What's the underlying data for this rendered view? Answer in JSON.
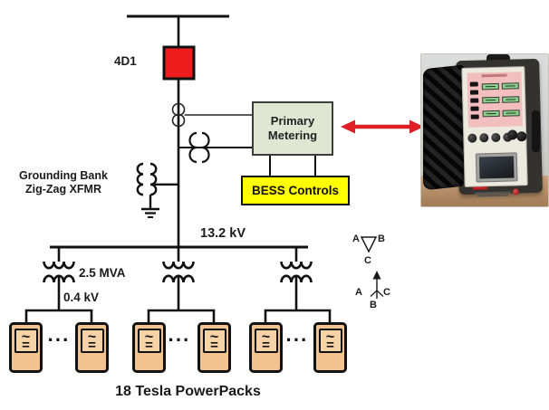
{
  "diagram": {
    "breaker_label": "4D1",
    "grounding_bank_line1": "Grounding Bank",
    "grounding_bank_line2": "Zig-Zag XFMR",
    "bus_voltage": "13.2 kV",
    "transformer_rating": "2.5 MVA",
    "lv_voltage": "0.4 kV",
    "powerpack_caption": "18 Tesla PowerPacks",
    "ellipsis": "···",
    "inverter_ac": "~",
    "inverter_dc": "="
  },
  "boxes": {
    "primary_metering_line1": "Primary",
    "primary_metering_line2": "Metering",
    "bess_controls": "BESS Controls"
  },
  "phase_symbols": {
    "delta_left": "A",
    "delta_right": "B",
    "delta_bottom": "C",
    "wye_left": "A",
    "wye_right": "C",
    "wye_bottom": "B"
  },
  "colors": {
    "breaker_fill": "#ee1c1c",
    "metering_fill": "#dfe7d2",
    "bess_fill": "#ffff00",
    "powerpack_fill": "#f2c28f",
    "powerpack_inner_fill": "#f6d3a7",
    "arrow_red": "#df1f26",
    "line_color": "#111111"
  }
}
